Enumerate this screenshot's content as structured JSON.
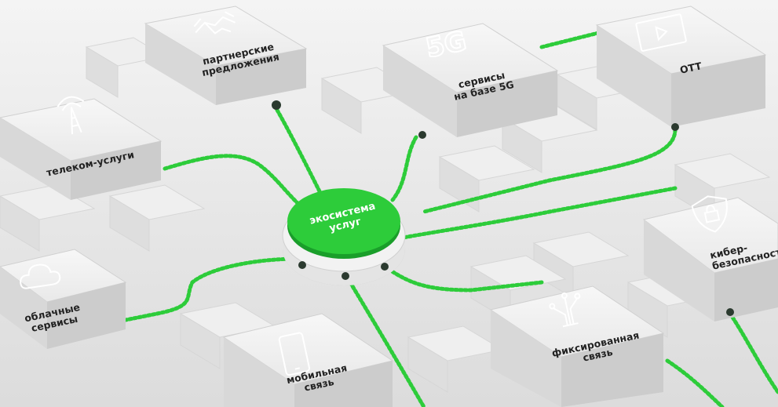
{
  "hub": {
    "label": "экосистема\nуслуг"
  },
  "services": {
    "partner": "партнерские\nпредложения",
    "fiveg": "сервисы\nна базе 5G",
    "ott": "OTT",
    "telecom": "телеком-услуги",
    "cloud": "облачные\nсервисы",
    "mobile": "мобильная\nсвязь",
    "fixed": "фиксированная\nсвязь",
    "cyber": "кибер-\nбезопасность",
    "fiveg_icon_text": "5G"
  },
  "colors": {
    "accent": "#2dcc3a",
    "accent_dark": "#1a9e2a",
    "tile": "#f2f2f2",
    "tile_side": "#cfcfcf"
  },
  "icons": {
    "partner": "handshake-icon",
    "fiveg": "5g-icon",
    "ott": "play-screen-icon",
    "telecom": "antenna-tower-icon",
    "cloud": "cloud-icon",
    "mobile": "smartphone-icon",
    "fixed": "circuit-network-icon",
    "cyber": "shield-lock-icon"
  }
}
